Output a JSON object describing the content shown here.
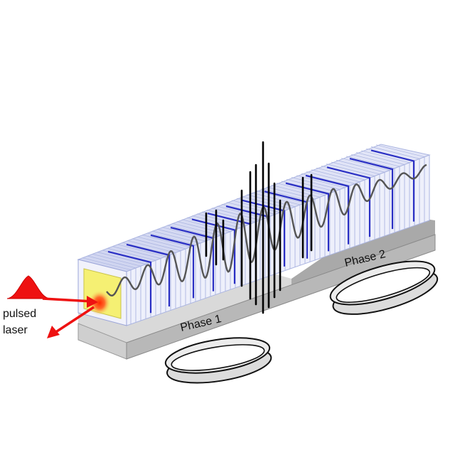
{
  "labels": {
    "pulsed": "pulsed",
    "laser": "laser",
    "phase1": "Phase 1",
    "phase2": "Phase 2"
  },
  "colors": {
    "layer_fill": "#eef0fb",
    "layer_line": "#aab4e0",
    "blue_line": "#2a2fc4",
    "base_light": "#d9d9d9",
    "base_dark": "#9a9a9a",
    "laser_red": "#ee1111",
    "spot_yellow": "#f5f073",
    "wave_gray": "#555555",
    "spike_black": "#000000"
  }
}
